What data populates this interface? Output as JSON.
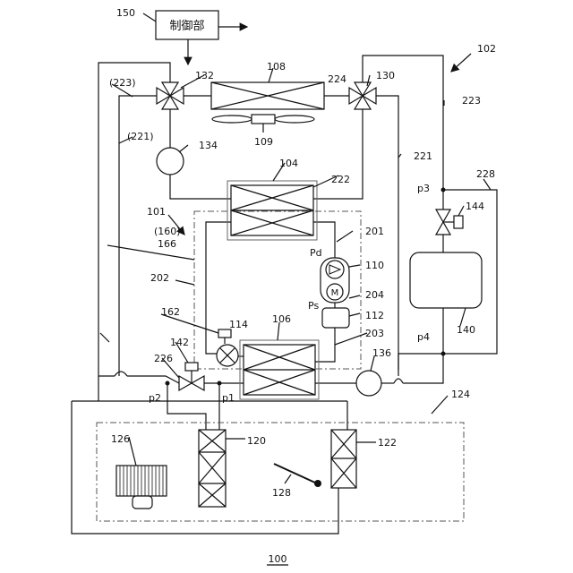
{
  "labels": {
    "control_text": "制御部",
    "ref_150": "150",
    "ref_102": "102",
    "ref_108": "108",
    "ref_132": "132",
    "ref_130": "130",
    "ref_223_paren": "(223)",
    "ref_224": "224",
    "ref_223": "223",
    "ref_221_paren": "(221)",
    "ref_134": "134",
    "ref_109": "109",
    "ref_104": "104",
    "ref_222": "222",
    "ref_221": "221",
    "ref_228": "228",
    "ref_p3": "p3",
    "ref_144": "144",
    "ref_101": "101",
    "ref_160_paren": "(160)",
    "ref_166": "166",
    "ref_201": "201",
    "ref_Pd": "Pd",
    "ref_110": "110",
    "ref_M": "M",
    "ref_204": "204",
    "ref_Ps": "Ps",
    "ref_112": "112",
    "ref_202": "202",
    "ref_162": "162",
    "ref_114": "114",
    "ref_106": "106",
    "ref_203": "203",
    "ref_140": "140",
    "ref_p4": "p4",
    "ref_142": "142",
    "ref_226": "226",
    "ref_136": "136",
    "ref_p2": "p2",
    "ref_p1": "p1",
    "ref_124": "124",
    "ref_126": "126",
    "ref_120": "120",
    "ref_122": "122",
    "ref_128": "128",
    "ref_100": "100"
  }
}
